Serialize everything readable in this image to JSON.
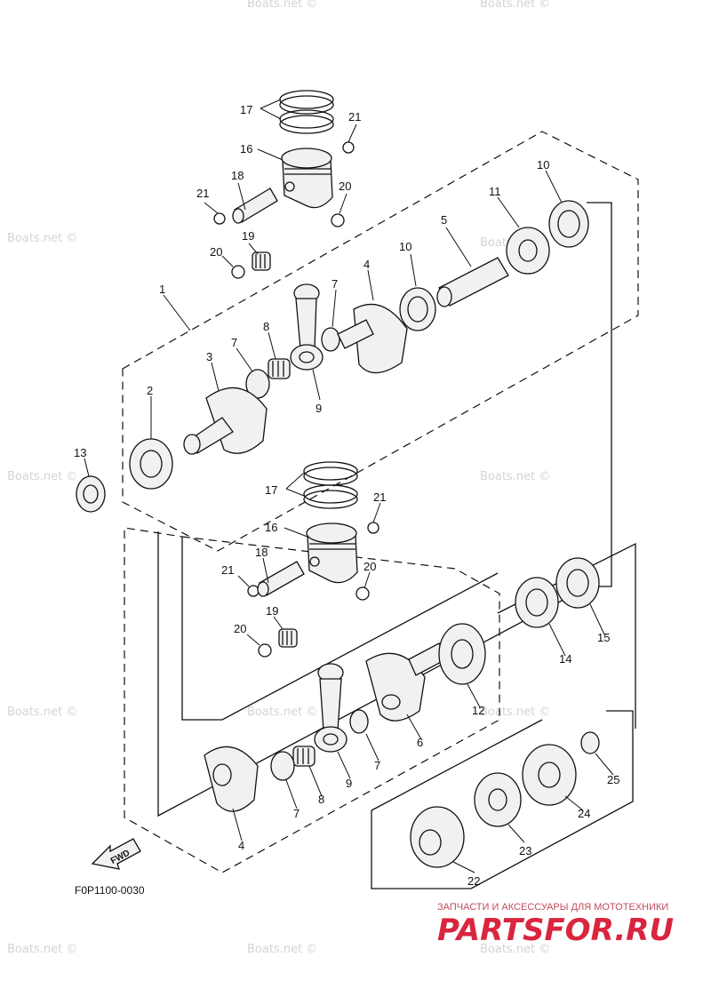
{
  "diagram": {
    "code": "F0P1100-0030",
    "fwd_label": "FWD",
    "watermark_text": "Boats.net ©",
    "brand_subtitle": "ЗАПЧАСТИ И АКСЕССУАРЫ ДЛЯ МОТОТЕХНИКИ",
    "brand_name": "PARTSFOR.RU",
    "callouts_upper": [
      "17",
      "21",
      "16",
      "18",
      "20",
      "21",
      "19",
      "20",
      "10",
      "11",
      "5",
      "10",
      "4",
      "1",
      "7",
      "3",
      "7",
      "8",
      "9",
      "2",
      "13"
    ],
    "callouts_lower": [
      "17",
      "21",
      "16",
      "18",
      "21",
      "20",
      "19",
      "20",
      "15",
      "14",
      "12",
      "6",
      "7",
      "9",
      "8",
      "7",
      "4",
      "25",
      "24",
      "23",
      "22"
    ]
  },
  "colors": {
    "ink": "#111111",
    "watermark": "#d4d4d4",
    "brand_red": "#d9253e"
  }
}
